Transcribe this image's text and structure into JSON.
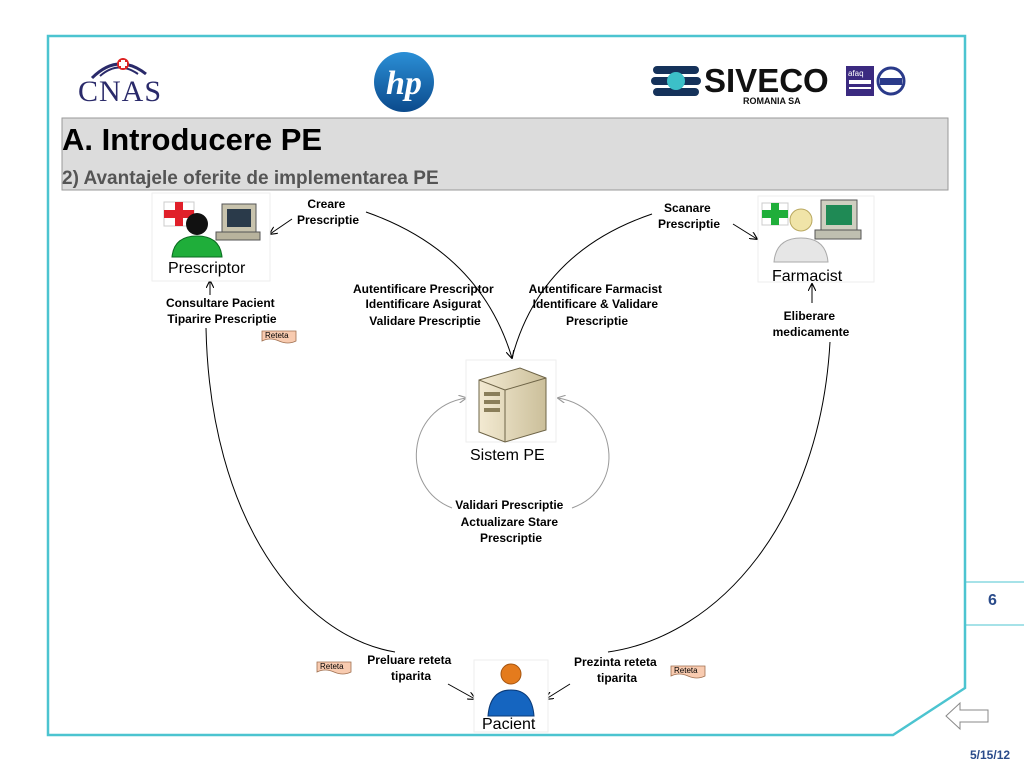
{
  "header": {
    "logos": {
      "cnas": "CNAS",
      "hp": "hp",
      "siveco": "SIVECO",
      "siveco_sub": "ROMANIA SA",
      "afaq": "afaq"
    },
    "title": "A. Introducere PE",
    "subtitle": "2) Avantajele oferite de implementarea PE"
  },
  "diagram": {
    "actors": {
      "prescriptor": "Prescriptor",
      "farmacist": "Farmacist",
      "sistem": "Sistem PE",
      "pacient": "Pacient"
    },
    "labels": {
      "creare": [
        "Creare",
        "Prescriptie"
      ],
      "scanare": [
        "Scanare",
        "Prescriptie"
      ],
      "autentificare_prescriptor": [
        "Autentificare Prescriptor",
        "Identificare Asigurat",
        "Validare Prescriptie"
      ],
      "autentificare_farmacist": [
        "Autentificare Farmacist",
        "Identificare & Validare",
        "Prescriptie"
      ],
      "consultare": [
        "Consultare Pacient",
        "Tiparire Prescriptie"
      ],
      "eliberare": [
        "Eliberare",
        "medicamente"
      ],
      "validari": [
        "Validari Prescriptie",
        "Actualizare Stare",
        "Prescriptie"
      ],
      "preluare": [
        "Preluare reteta",
        "tiparita"
      ],
      "prezinta": [
        "Prezinta reteta",
        "tiparita"
      ]
    },
    "doc_tag": "Reteta"
  },
  "footer": {
    "page_number": "6",
    "date": "5/15/12"
  },
  "colors": {
    "frame": "#4cc4d0",
    "title_bar": "#dcdcdc",
    "accent_red": "#e0202a",
    "accent_green": "#1fae3a",
    "patient_blue": "#1565c0",
    "patient_orange": "#e47b1d"
  }
}
